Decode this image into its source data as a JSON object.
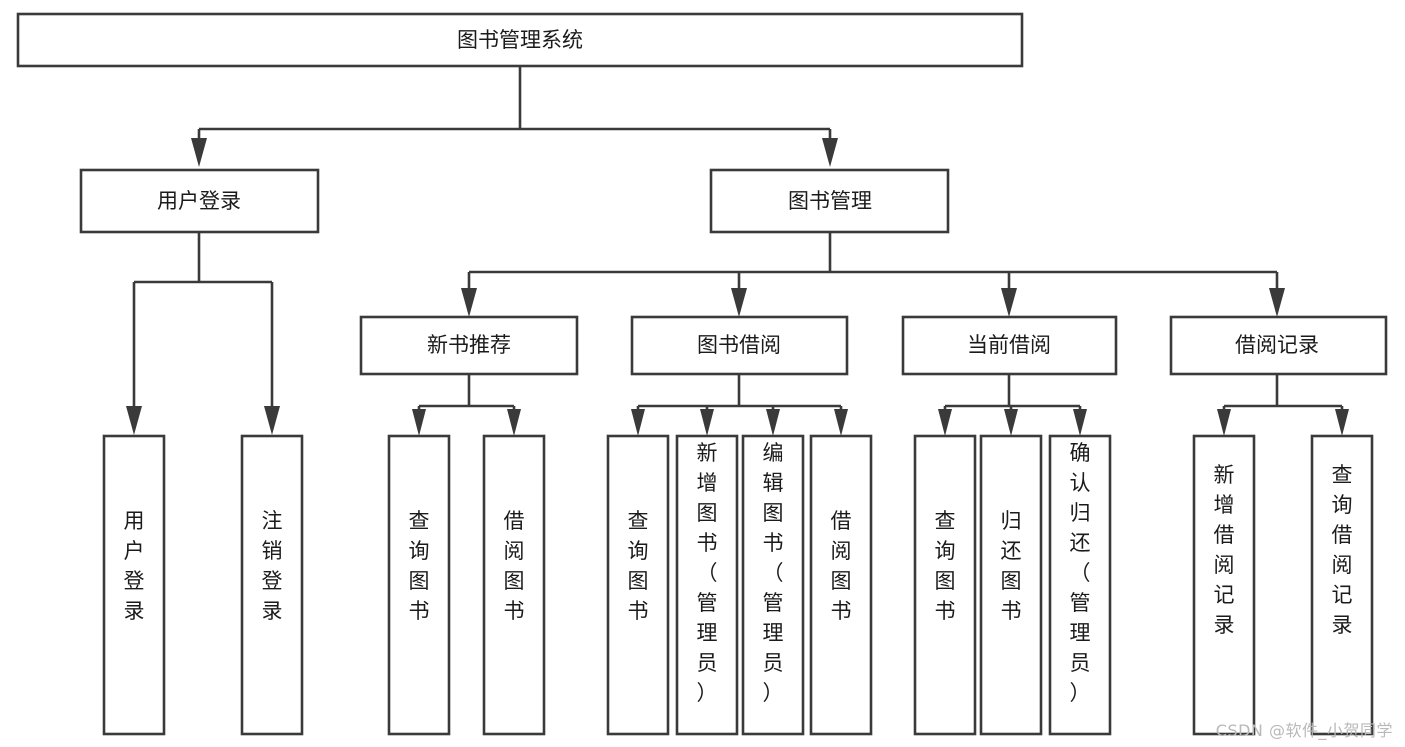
{
  "diagram": {
    "title": "图书管理系统",
    "watermark": "CSDN @软件_小贺同学",
    "stroke_color": "#3a3a3a",
    "text_color": "#1b1b1b",
    "background_color": "#ffffff",
    "type": "tree-hierarchy-chart"
  },
  "root": {
    "label": "图书管理系统"
  },
  "level2": [
    {
      "label": "用户登录"
    },
    {
      "label": "图书管理"
    }
  ],
  "level3": [
    {
      "label": "新书推荐"
    },
    {
      "label": "图书借阅"
    },
    {
      "label": "当前借阅"
    },
    {
      "label": "借阅记录"
    }
  ],
  "leaves": {
    "user_login": [
      {
        "label": "用户登录"
      },
      {
        "label": "注销登录"
      }
    ],
    "new_book_recommend": [
      {
        "label": "查询图书"
      },
      {
        "label": "借阅图书"
      }
    ],
    "book_borrow": [
      {
        "label": "查询图书"
      },
      {
        "label": "新增图书（管理员）"
      },
      {
        "label": "编辑图书（管理员）"
      },
      {
        "label": "借阅图书"
      }
    ],
    "current_borrow": [
      {
        "label": "查询图书"
      },
      {
        "label": "归还图书"
      },
      {
        "label": "确认归还（管理员）"
      }
    ],
    "borrow_record": [
      {
        "label": "新增借阅记录"
      },
      {
        "label": "查询借阅记录"
      }
    ]
  }
}
